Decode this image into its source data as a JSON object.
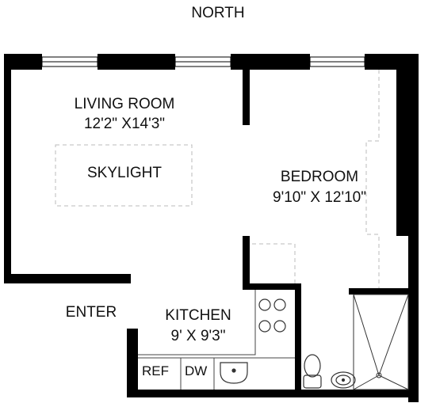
{
  "compass": {
    "north_label": "NORTH"
  },
  "rooms": {
    "living_room": {
      "name": "LIVING ROOM",
      "dimensions": "12'2\" X14'3\""
    },
    "skylight": {
      "name": "SKYLIGHT"
    },
    "bedroom": {
      "name": "BEDROOM",
      "dimensions": "9'10\" X 12'10\""
    },
    "kitchen": {
      "name": "KITCHEN",
      "dimensions": "9' X 9'3\""
    }
  },
  "entrance": {
    "label": "ENTER"
  },
  "appliances": {
    "refrigerator": "REF",
    "dishwasher": "DW"
  },
  "colors": {
    "wall": "#000000",
    "background": "#ffffff",
    "dashed_line": "#bbbbbb"
  }
}
